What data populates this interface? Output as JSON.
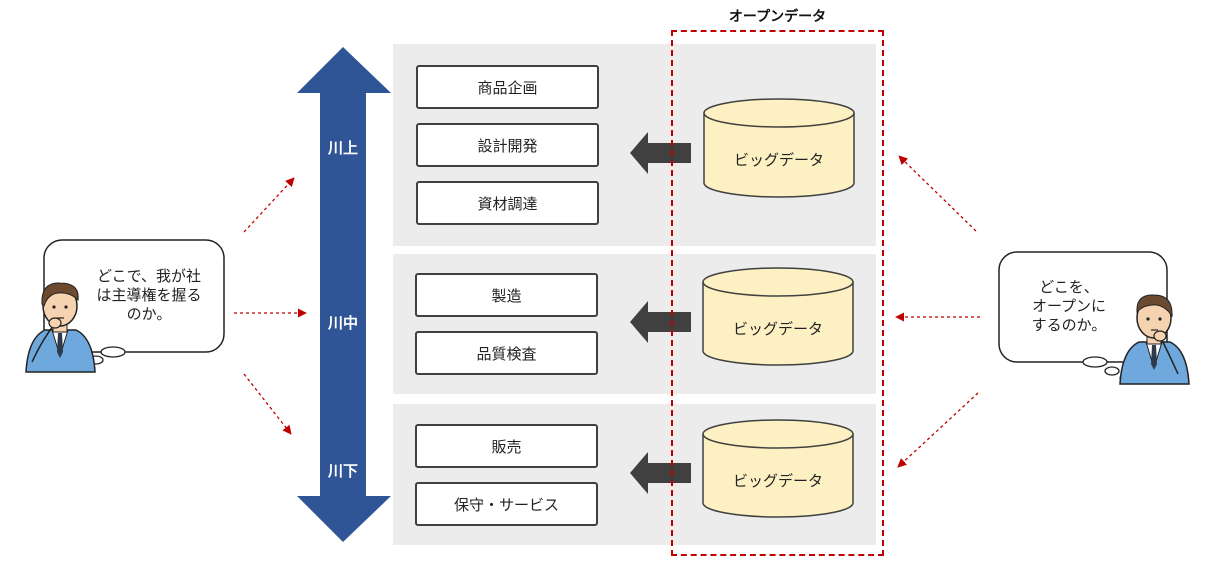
{
  "open_data": {
    "title": "オープンデータ"
  },
  "stages": [
    {
      "label": "川上",
      "processes": [
        "商品企画",
        "設計開発",
        "資材調達"
      ],
      "data_label": "ビッグデータ"
    },
    {
      "label": "川中",
      "processes": [
        "製造",
        "品質検査"
      ],
      "data_label": "ビッグデータ"
    },
    {
      "label": "川下",
      "processes": [
        "販売",
        "保守・サービス"
      ],
      "data_label": "ビッグデータ"
    }
  ],
  "left_bubble": {
    "lines": [
      "どこで、我が社",
      "は主導権を握る",
      "のか。"
    ]
  },
  "right_bubble": {
    "lines": [
      "どこを、",
      "オープンに",
      "するのか。"
    ]
  },
  "colors": {
    "vertical_arrow": "#2f5597",
    "cylinder_fill": "#fdf0c2",
    "band": "#ececec",
    "dashed": "#c00000",
    "block_arrow": "#404040"
  }
}
